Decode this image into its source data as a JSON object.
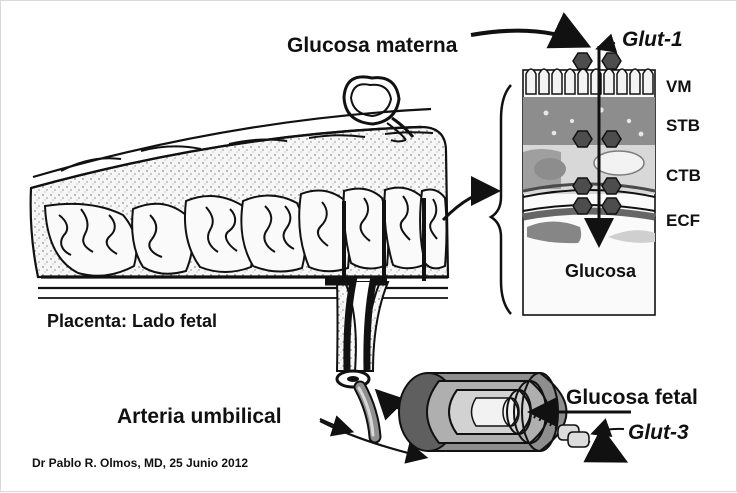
{
  "labels": {
    "glucosa_materna": "Glucosa materna",
    "glut1": "Glut-1",
    "vm": "VM",
    "stb": "STB",
    "ctb": "CTB",
    "ecf": "ECF",
    "glucosa": "Glucosa",
    "placenta": "Placenta: Lado fetal",
    "glucosa_fetal": "Glucosa fetal",
    "glut3": "Glut-3",
    "arteria": "Arteria umbilical",
    "credit": "Dr Pablo R. Olmos, MD, 25 Junio 2012"
  },
  "icons": [
    "placenta-illustration",
    "placental-villi",
    "cellular-layer-detail",
    "transporter-hexagon",
    "umbilical-artery-icon",
    "vessel-cylinder",
    "fetal-glucose-arrow"
  ],
  "colors": {
    "outline": "#111111",
    "dark": "#444444",
    "medium": "#8d8d8d",
    "light": "#d7d7d7",
    "lighter": "#ececec",
    "hex": "#4d4d4d"
  }
}
